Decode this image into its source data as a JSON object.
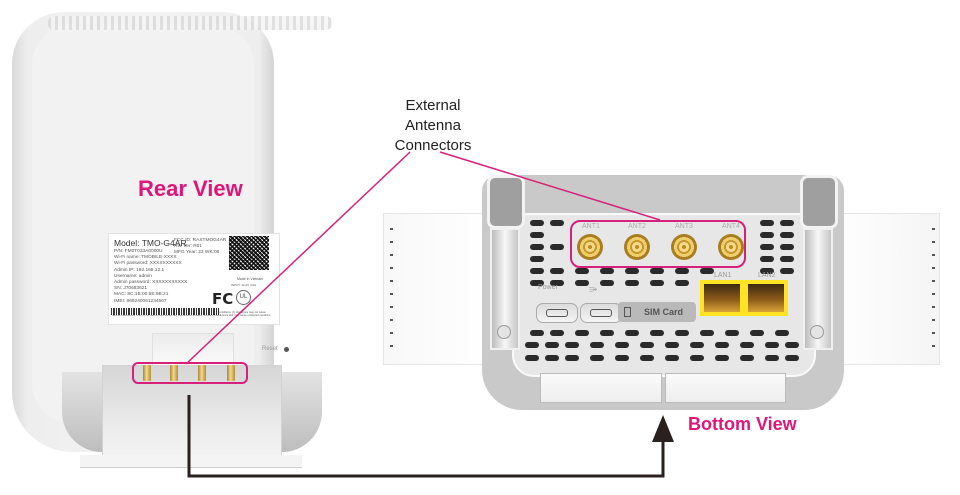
{
  "callout": {
    "lines": [
      "External",
      "Antenna",
      "Connectors"
    ],
    "accent_color": "#d6207a"
  },
  "rear_view": {
    "title": "Rear View",
    "title_color": "#e0157a",
    "reset_label": "Reset",
    "label": {
      "model": "Model: TMO-G4AR",
      "left_lines": [
        "P/N: FM0T033A0000U",
        "Wi-Fi name: TMOBILE-XXXX",
        "Wi-Fi password: XXXXXXXXXX",
        "Admin IP: 192.168.12.1",
        "Username: admin",
        "Admin password: XXXXXXXXXXX",
        "SN: J70683621",
        "MAC: 8C:1B:00:6E:9B:21",
        "IMEI: 869240061234567"
      ],
      "right_lines": [
        "FCC ID: RAXTMOG4AR",
        "HW Ver: R01",
        "MFG Year: 23 WK:06"
      ],
      "made_in": "Made in Vietnam",
      "input_rating": "INPUT: 12.0V  3.0A",
      "fcc_mark": "FC",
      "ul_mark": "UL",
      "compliance_text": "This device complies with Part 15 of the FCC Rules. Operation is subject to the following two conditions: (1) this device may not cause harmful interference, and (2) this device must accept any interference received, including interference that may cause undesired operation."
    }
  },
  "bottom_view": {
    "title": "Bottom View",
    "title_color": "#e0157a",
    "antennas": [
      "ANT1",
      "ANT2",
      "ANT3",
      "ANT4"
    ],
    "power_label": "Power",
    "usb_symbol": "⭄",
    "sim_label": "SIM Card",
    "lan_ports": [
      "LAN1",
      "LAN2"
    ],
    "lan_color": "#ffe325"
  },
  "arrow": {
    "color": "#2a2020"
  }
}
